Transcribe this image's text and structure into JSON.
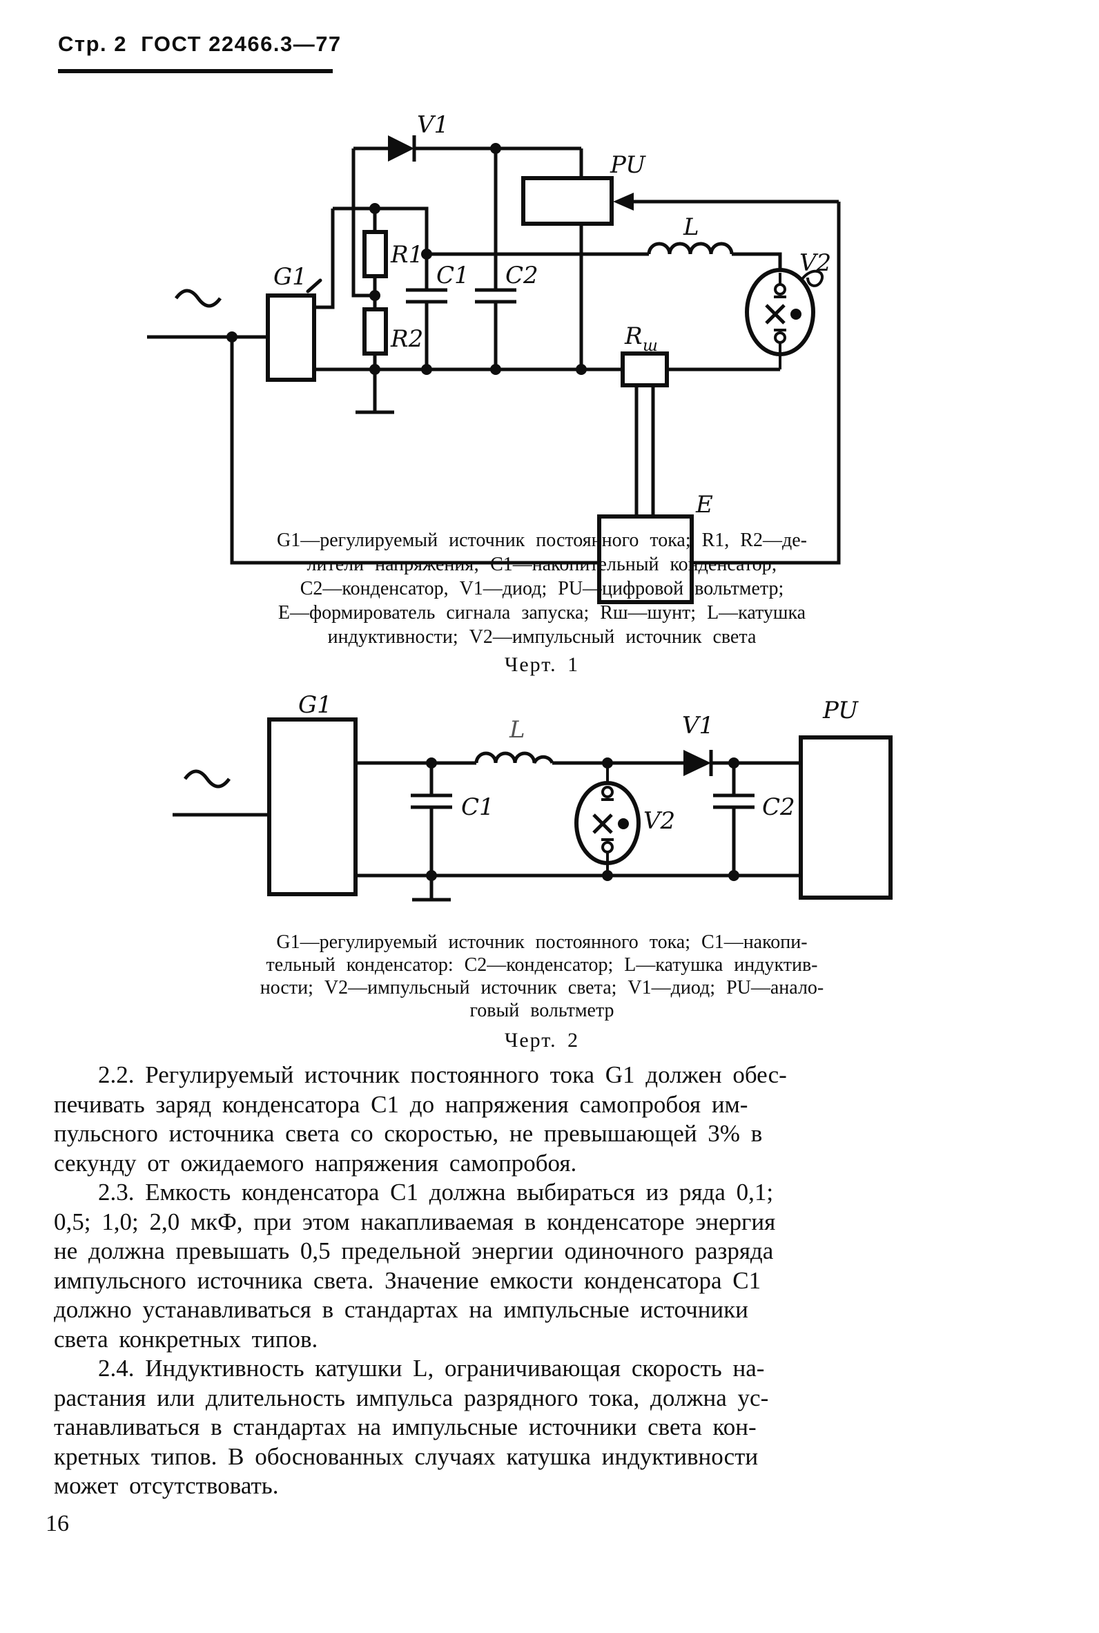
{
  "header": {
    "text": "Стр. 2  ГОСТ 22466.3—77"
  },
  "page_number": "16",
  "figure1": {
    "caption": "G1—регулируемый источник постоянного тока; R1, R2—де-\nлители напряжения; C1—накопительный конденсатор;\nC2—конденсатор, V1—диод; PU—цифровой вольтметр;\nE—формирователь сигнала запуска; Rш—шунт; L—катушка\nиндуктивности; V2—импульсный источник света",
    "figure_label": "Черт. 1",
    "labels": {
      "ac": "~",
      "g1": "G1",
      "r1": "R1",
      "r2": "R2",
      "c1": "C1",
      "c2": "C2",
      "v1": "V1",
      "pu": "PU",
      "l": "L",
      "v2": "V2",
      "rsh_base": "R",
      "rsh_sub": "ш",
      "e": "E"
    }
  },
  "figure2": {
    "caption": "G1—регулируемый источник постоянного тока; C1—накопи-\nтельный конденсатор: C2—конденсатор; L—катушка индуктив-\nности; V2—импульсный источник света; V1—диод; PU—анало-\nговый вольтметр",
    "figure_label": "Черт. 2",
    "labels": {
      "g1": "G1",
      "c1": "C1",
      "l": "L",
      "v2": "V2",
      "v1": "V1",
      "c2": "C2",
      "pu": "PU"
    }
  },
  "body": {
    "paragraphs": [
      {
        "text": "2.2. Регулируемый источник постоянного тока G1 должен обес-\nпечивать заряд конденсатора  C1 до напряжения самопробоя им-\nпульсного источника света со скоростью,  не превышающей 3% в\nсекунду от ожидаемого напряжения самопробоя."
      },
      {
        "text": "2.3. Емкость конденсатора C1 должна выбираться из ряда 0,1;\n0,5; 1,0; 2,0 мкФ, при этом накапливаемая в конденсаторе энергия\nне должна превышать 0,5 предельной энергии одиночного разряда\nимпульсного источника света.  Значение емкости конденсатора C1\nдолжно устанавливаться  в стандартах на импульсные источники\nсвета конкретных типов."
      },
      {
        "text": "2.4. Индуктивность катушки L,  ограничивающая скорость на-\nрастания или длительность импульса разрядного тока, должна ус-\nтанавливаться в стандартах на импульсные источники света кон-\nкретных типов. В обоснованных  случаях катушка индуктивности\nможет отсутствовать."
      }
    ]
  }
}
